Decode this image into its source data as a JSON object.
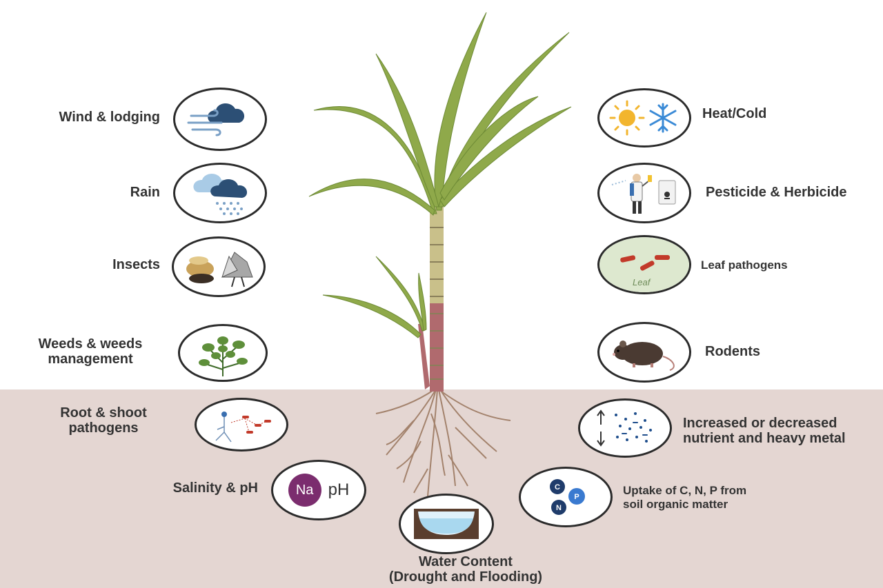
{
  "factors_left": [
    {
      "label": "Wind & lodging",
      "icon": "wind-cloud-icon"
    },
    {
      "label": "Rain",
      "icon": "rain-cloud-icon"
    },
    {
      "label": "Insects",
      "icon": "insects-icon"
    },
    {
      "label_line1": "Weeds & weeds",
      "label_line2": "management",
      "icon": "weeds-icon"
    }
  ],
  "factors_right": [
    {
      "label": "Heat/Cold",
      "icon": "sun-snowflake-icon"
    },
    {
      "label": "Pesticide  & Herbicide",
      "icon": "pesticide-sprayer-icon"
    },
    {
      "label": "Leaf pathogens",
      "icon": "leaf-pathogen-icon",
      "icon_text": "Leaf"
    },
    {
      "label": "Rodents",
      "icon": "rat-icon"
    }
  ],
  "soil_left": [
    {
      "label_line1": "Root & shoot",
      "label_line2": "pathogens",
      "icon": "root-pathogen-icon"
    },
    {
      "label": "Salinity & pH",
      "icon": "sodium-ph-icon",
      "icon_text_1": "Na",
      "icon_text_2": "pH"
    }
  ],
  "soil_right": [
    {
      "label_line1": "Increased or decreased",
      "label_line2": "nutrient and heavy metal",
      "icon": "nutrient-particles-icon"
    },
    {
      "label_line1": "Uptake of C, N, P from",
      "label_line2": "soil organic matter",
      "icon": "cnp-molecules-icon",
      "icon_letters": [
        "C",
        "N",
        "P"
      ]
    }
  ],
  "water": {
    "label_line1": "Water Content",
    "label_line2": "(Drought and Flooding)",
    "icon": "water-basin-icon"
  },
  "colors": {
    "soil": "#e4d6d2",
    "leaf": "#8fa94a",
    "stem": "#b9c07a",
    "stem_lower": "#b06a6e",
    "root": "#9c7a62",
    "na_badge": "#7b2d6e",
    "nutrient_blue": "#1f4e8c"
  }
}
